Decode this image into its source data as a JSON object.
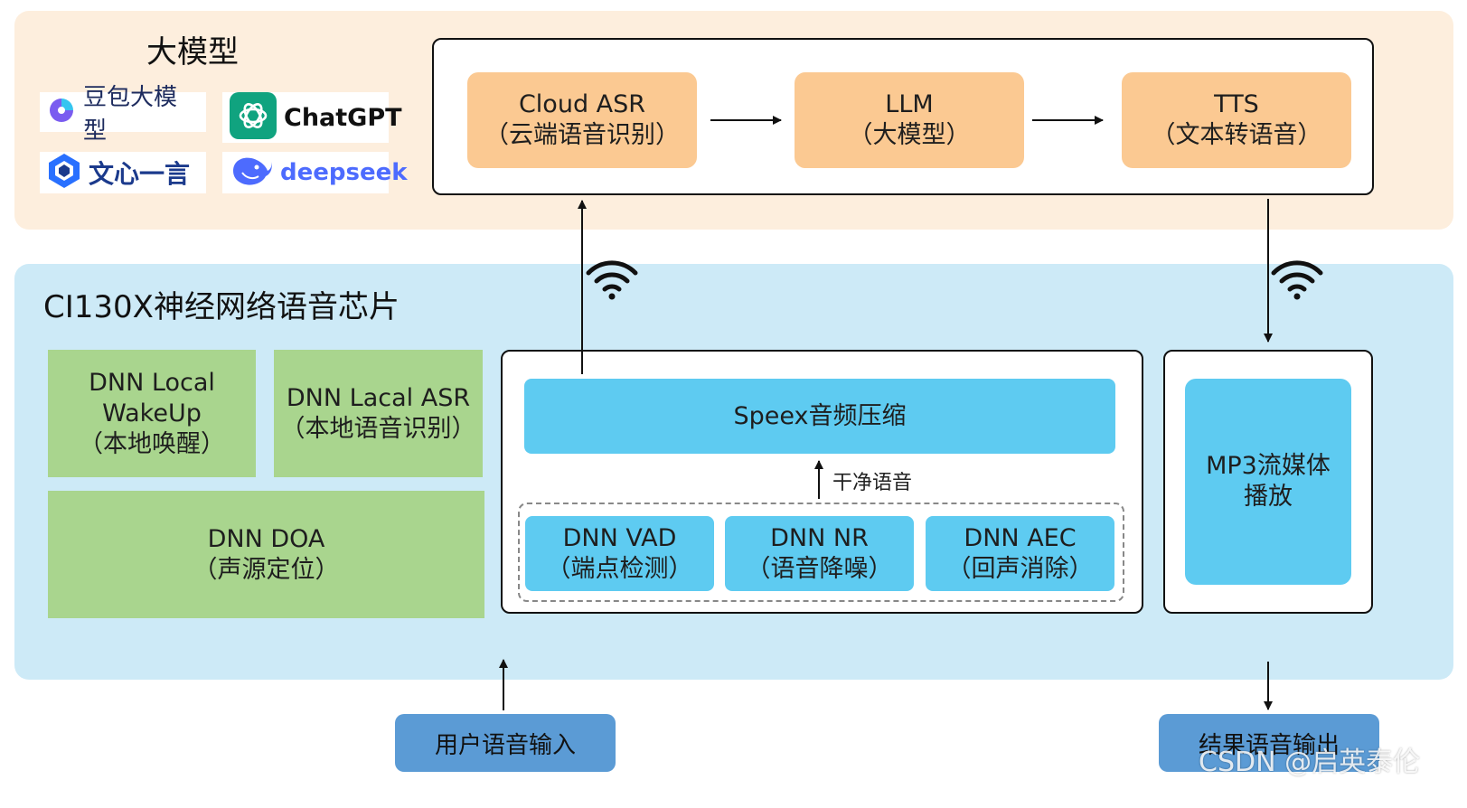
{
  "llm_section": {
    "title": "大模型",
    "logos": [
      {
        "name": "豆包大模型",
        "icon": "doubao-logo-icon",
        "color": "#7a5cf0"
      },
      {
        "name": "ChatGPT",
        "icon": "chatgpt-logo-icon",
        "color": "#10a37f"
      },
      {
        "name": "文心一言",
        "icon": "wenxin-logo-icon",
        "color": "#2970ff"
      },
      {
        "name": "deepseek",
        "icon": "deepseek-logo-icon",
        "color": "#4d6bfe"
      }
    ],
    "pipeline": [
      {
        "line1": "Cloud ASR",
        "line2": "（云端语音识别）"
      },
      {
        "line1": "LLM",
        "line2": "（大模型）"
      },
      {
        "line1": "TTS",
        "line2": "（文本转语音）"
      }
    ]
  },
  "chip_section": {
    "title": "CI130X神经网络语音芯片",
    "local_modules": {
      "wakeup": {
        "line1": "DNN Local",
        "line2": "WakeUp",
        "line3": "（本地唤醒）"
      },
      "asr": {
        "line1": "DNN Lacal ASR",
        "line2": "（本地语音识别）"
      },
      "doa": {
        "line1": "DNN DOA",
        "line2": "（声源定位）"
      }
    },
    "speex": "Speex音频压缩",
    "clean_voice_label": "干净语音",
    "preprocess": [
      {
        "line1": "DNN VAD",
        "line2": "（端点检测）"
      },
      {
        "line1": "DNN NR",
        "line2": "（语音降噪）"
      },
      {
        "line1": "DNN AEC",
        "line2": "（回声消除）"
      }
    ],
    "mp3": {
      "line1": "MP3流媒体",
      "line2": "播放"
    }
  },
  "io": {
    "input": "用户语音输入",
    "output": "结果语音输出"
  },
  "watermark": "CSDN @启英泰伦",
  "colors": {
    "llm_bg": "#fdeedd",
    "chip_bg": "#cdeaf7",
    "orange_box": "#fbc992",
    "green_box": "#a9d58e",
    "blue_box": "#5ecbf1",
    "io_button": "#5b9bd5"
  }
}
